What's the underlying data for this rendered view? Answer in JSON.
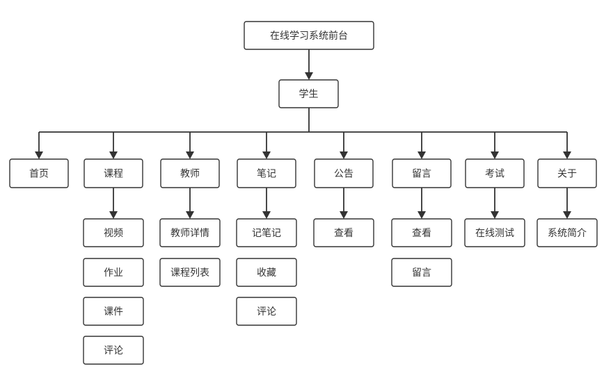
{
  "root": {
    "label": "在线学习系统前台"
  },
  "student": {
    "label": "学生"
  },
  "modules": [
    {
      "label": "首页",
      "children": []
    },
    {
      "label": "课程",
      "children": [
        "视频",
        "作业",
        "课件",
        "评论"
      ]
    },
    {
      "label": "教师",
      "children": [
        "教师详情",
        "课程列表"
      ]
    },
    {
      "label": "笔记",
      "children": [
        "记笔记",
        "收藏",
        "评论"
      ]
    },
    {
      "label": "公告",
      "children": [
        "查看"
      ]
    },
    {
      "label": "留言",
      "children": [
        "查看",
        "留言"
      ]
    },
    {
      "label": "考试",
      "children": [
        "在线测试"
      ]
    },
    {
      "label": "关于",
      "children": [
        "系统简介"
      ]
    }
  ]
}
